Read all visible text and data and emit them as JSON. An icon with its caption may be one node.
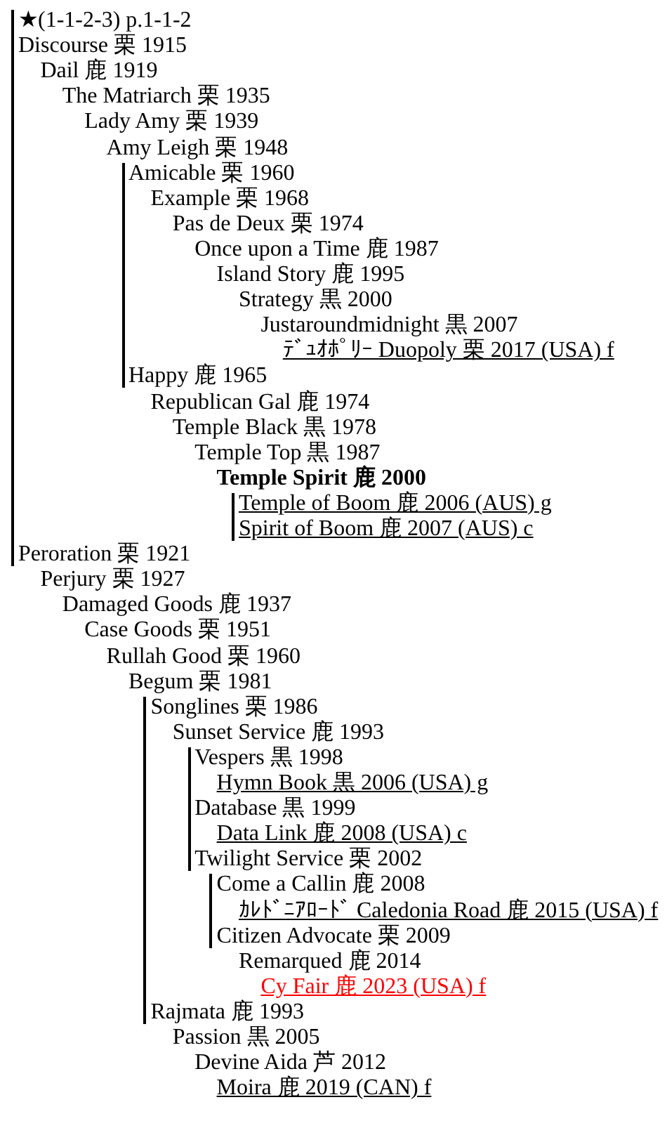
{
  "diagram": {
    "labels": [
      "★(1-1-2-3) p.1-1-2",
      "Discourse 栗 1915",
      "Dail 鹿 1919",
      "The Matriarch 栗 1935",
      "Lady Amy 栗 1939",
      "Amy Leigh 栗 1948",
      "Amicable 栗 1960",
      "Example 栗 1968",
      "Pas de Deux 栗 1974",
      "Once upon a Time 鹿 1987",
      "Island Story 鹿 1995",
      "Strategy 黒 2000",
      "Justaroundmidnight 黒 2007",
      "ﾃﾞｭｵﾎﾟﾘｰ Duopoly 栗 2017 (USA) f",
      "Happy 鹿 1965",
      "Republican Gal 鹿 1974",
      "Temple Black 黒 1978",
      "Temple Top 黒 1987",
      "Temple Spirit 鹿 2000",
      "Temple of Boom 鹿 2006 (AUS) g",
      "Spirit of Boom 鹿 2007 (AUS) c",
      "Peroration 栗 1921",
      "Perjury 栗 1927",
      "Damaged Goods 鹿 1937",
      "Case Goods 栗 1951",
      "Rullah Good 栗 1960",
      "Begum 栗 1981",
      "Songlines 栗 1986",
      "Sunset Service 鹿 1993",
      "Vespers 黒 1998",
      "Hymn Book 黒 2006 (USA) g",
      "Database 黒 1999",
      "Data Link 鹿 2008 (USA) c",
      "Twilight Service 栗 2002",
      "Come a Callin 鹿 2008",
      "ｶﾚﾄﾞﾆｱﾛｰﾄﾞ Caledonia Road 鹿 2015 (USA) f",
      "Citizen Advocate 栗 2009",
      "Remarqued 鹿 2014",
      "Cy Fair 鹿 2023 (USA) f",
      "Rajmata 鹿 1993",
      "Passion 黒 2005",
      "Devine Aida 芦 2012",
      "Moira 鹿 2019 (CAN) f"
    ]
  }
}
